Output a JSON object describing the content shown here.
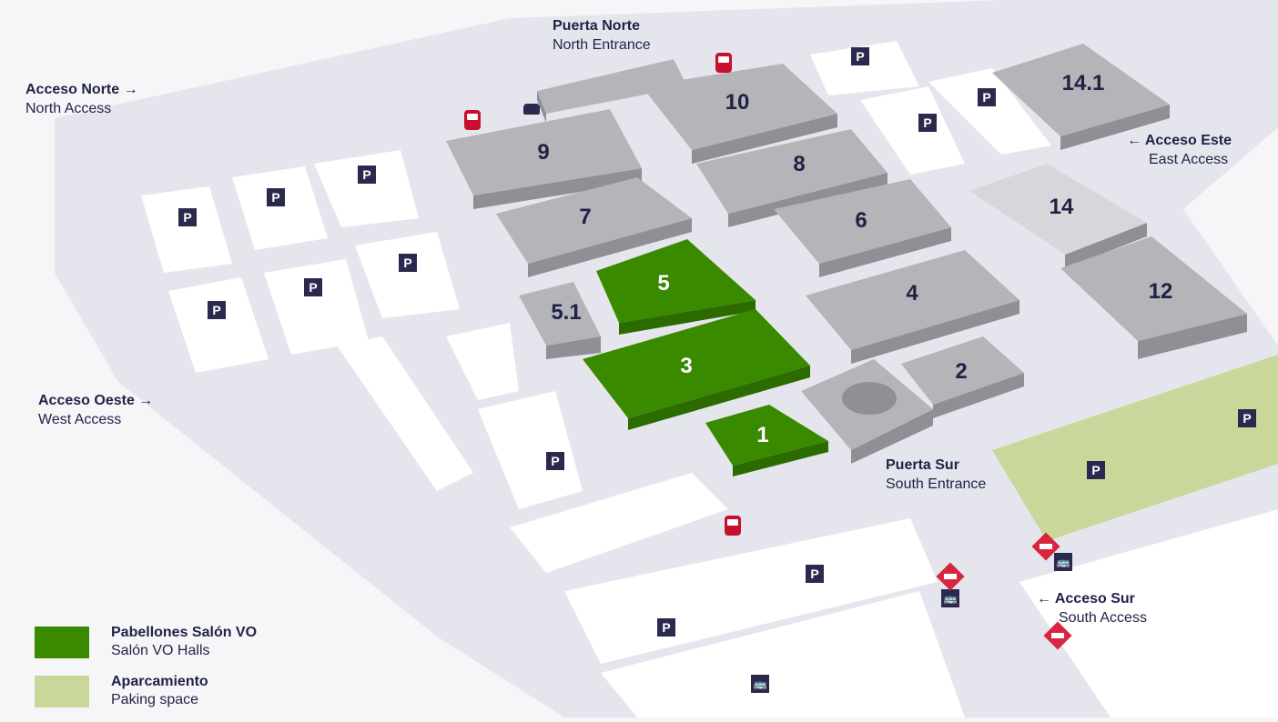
{
  "halls": {
    "h10": "10",
    "h9": "9",
    "h8": "8",
    "h7": "7",
    "h6": "6",
    "h5": "5",
    "h51": "5.1",
    "h4": "4",
    "h3": "3",
    "h2": "2",
    "h1": "1",
    "h141": "14.1",
    "h14": "14",
    "h12": "12"
  },
  "labels": {
    "north_gate": {
      "es": "Puerta Norte",
      "en": "North Entrance"
    },
    "north_access": {
      "es": "Acceso Norte →",
      "en": "North Access"
    },
    "east_access": {
      "es": "← Acceso Este",
      "en": "East Access"
    },
    "west_access": {
      "es": "Acceso Oeste →",
      "en": "West Access"
    },
    "south_gate": {
      "es": "Puerta Sur",
      "en": "South Entrance"
    },
    "south_access": {
      "es": "← Acceso Sur",
      "en": "South Access"
    }
  },
  "parking_symbol": "P",
  "bus_symbol": "🚌",
  "legend": [
    {
      "es": "Pabellones   Salón VO",
      "en": "Salón VO Halls",
      "color": "#3a8a00"
    },
    {
      "es": "Aparcamiento",
      "en": "Paking space",
      "color": "#c9d79a"
    }
  ]
}
